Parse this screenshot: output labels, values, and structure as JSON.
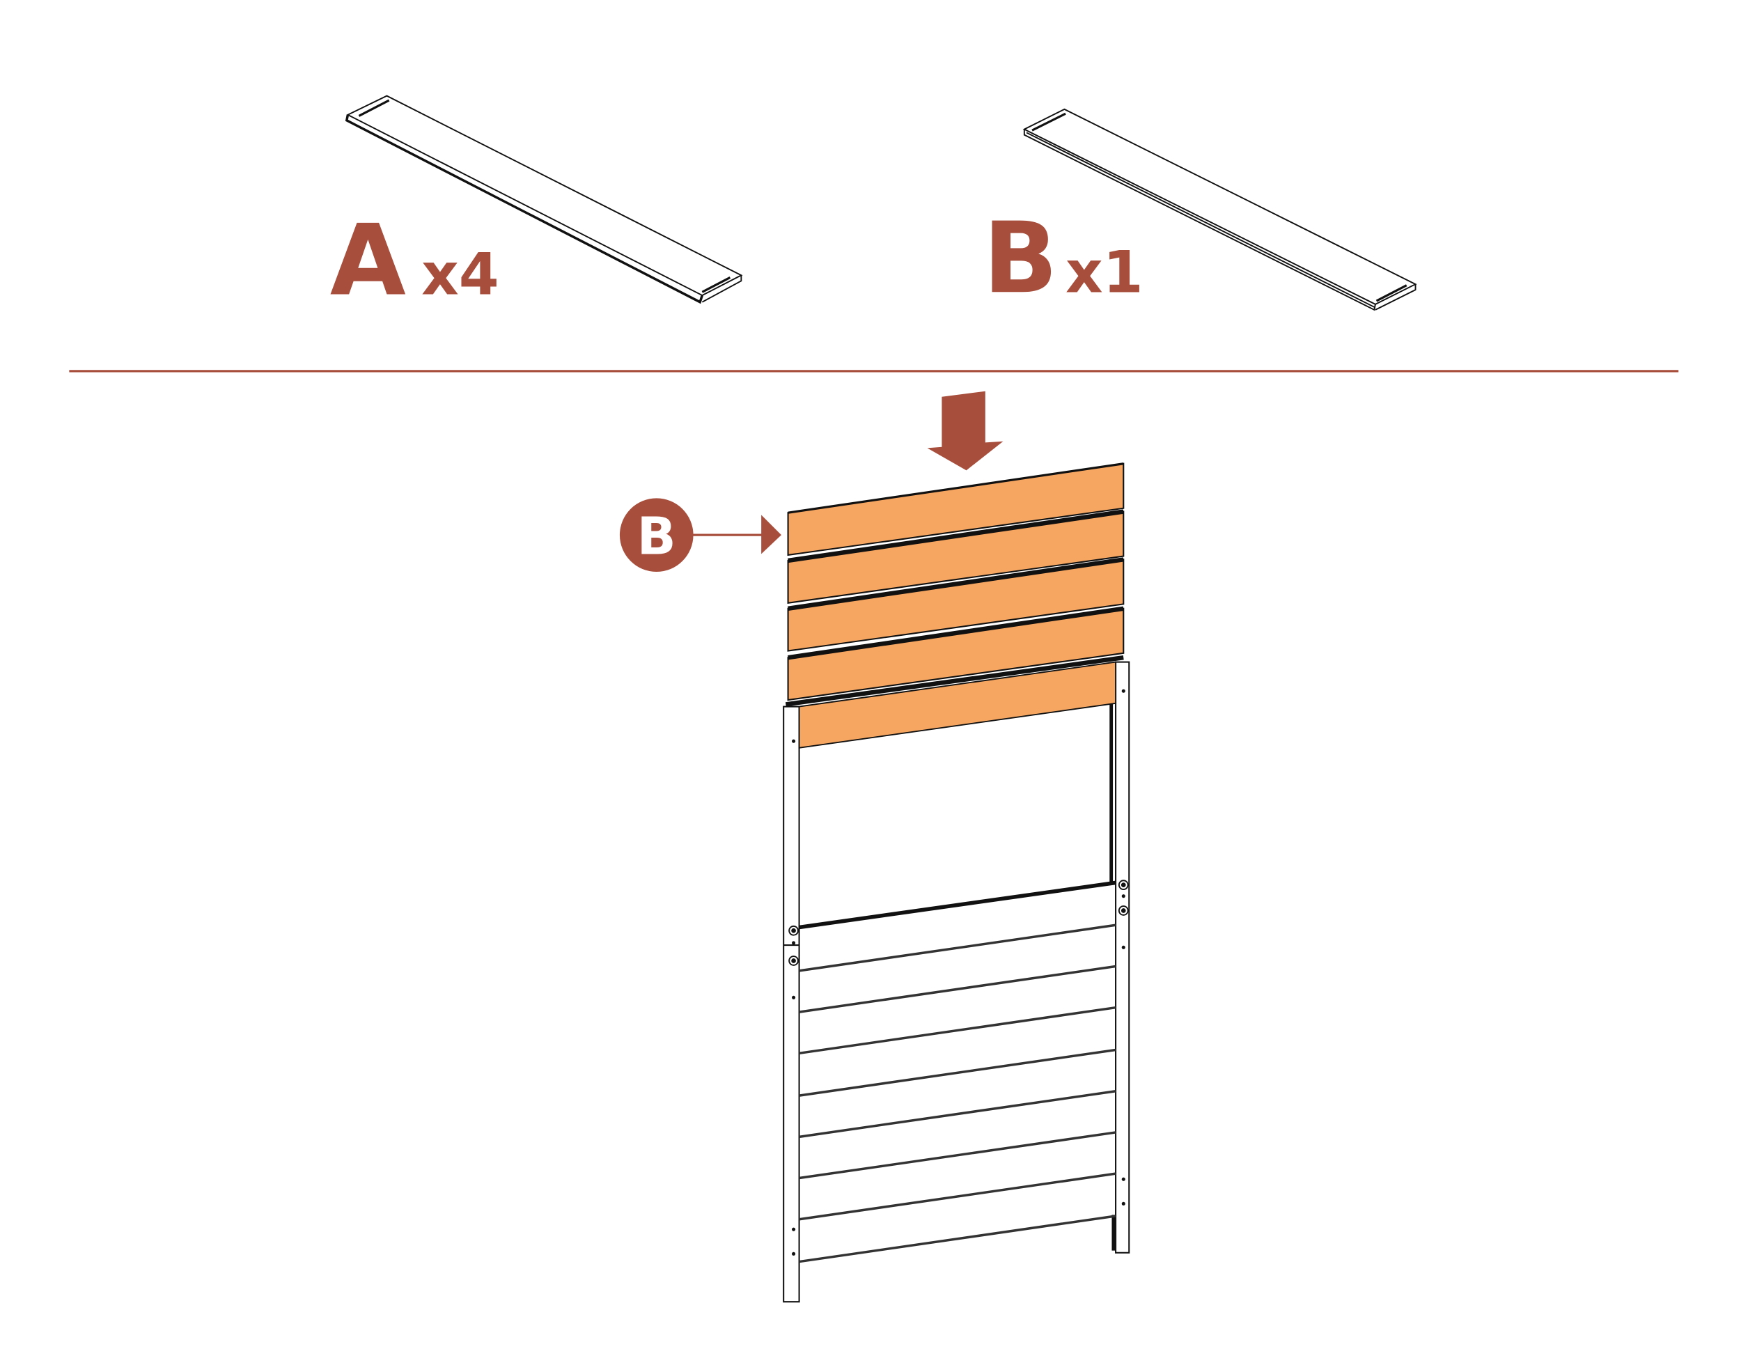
{
  "parts": [
    {
      "letter": "A",
      "quantity": "x4"
    },
    {
      "letter": "B",
      "quantity": "x1"
    }
  ],
  "callout": {
    "letter": "B"
  },
  "colors": {
    "accent": "#a84e3c",
    "board": "#f7a661",
    "line": "#111111"
  }
}
